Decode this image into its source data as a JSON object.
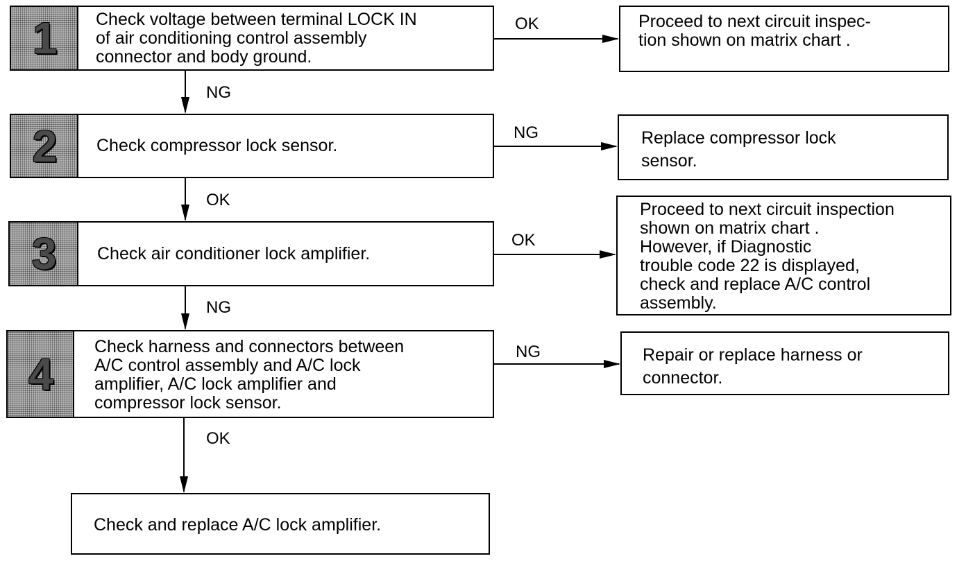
{
  "steps": [
    {
      "number": "1",
      "text": "Check voltage between terminal LOCK IN\nof air conditioning control assembly\nconnector and body ground."
    },
    {
      "number": "2",
      "text": "Check compressor lock sensor."
    },
    {
      "number": "3",
      "text": "Check air conditioner lock amplifier."
    },
    {
      "number": "4",
      "text": "Check harness and connectors between\nA/C control assembly and A/C lock\namplifier, A/C lock amplifier and\ncompressor lock sensor."
    }
  ],
  "results": [
    {
      "branch": "OK",
      "text": "Proceed to next circuit inspec-\ntion shown on matrix chart ."
    },
    {
      "branch": "NG",
      "text": "Replace compressor lock\nsensor."
    },
    {
      "branch": "OK",
      "text": "Proceed to next circuit inspection\nshown on matrix chart .\nHowever, if Diagnostic\ntrouble code 22 is displayed,\ncheck and replace A/C control\nassembly."
    },
    {
      "branch": "NG",
      "text": "Repair or replace harness or\nconnector."
    }
  ],
  "down_labels": [
    "NG",
    "OK",
    "NG",
    "OK"
  ],
  "final": {
    "text": "Check and replace A/C lock amplifier."
  }
}
